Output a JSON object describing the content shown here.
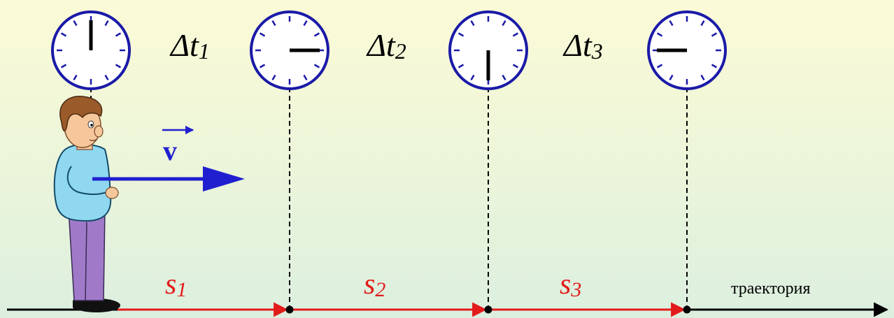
{
  "intervals": [
    {
      "symbol": "Δt",
      "index": "1"
    },
    {
      "symbol": "Δt",
      "index": "2"
    },
    {
      "symbol": "Δt",
      "index": "3"
    }
  ],
  "segments": [
    {
      "symbol": "s",
      "index": "1"
    },
    {
      "symbol": "s",
      "index": "2"
    },
    {
      "symbol": "s",
      "index": "3"
    }
  ],
  "velocity_label": "v",
  "trajectory_label": "траектория",
  "clocks": [
    {
      "hand_angle_deg": 0
    },
    {
      "hand_angle_deg": 90
    },
    {
      "hand_angle_deg": 180
    },
    {
      "hand_angle_deg": 270
    }
  ],
  "colors": {
    "clock_rim": "#1a1aa8",
    "segment_red": "#e21b1b",
    "velocity_blue": "#1f1fd0",
    "axis": "#000000"
  }
}
